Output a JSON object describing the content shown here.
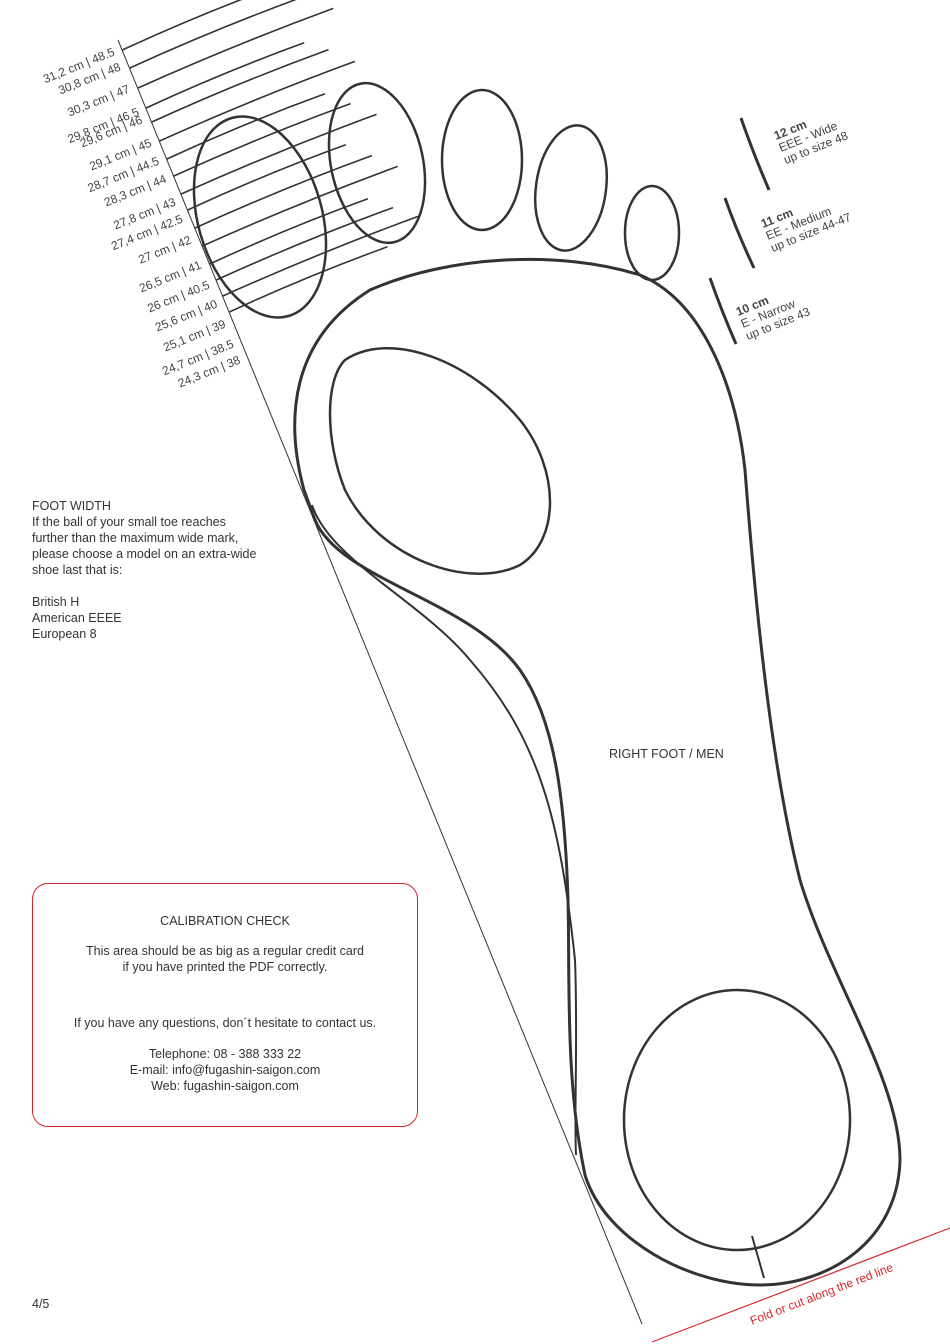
{
  "size_scale": [
    "31,2 cm | 48.5",
    "30,8 cm | 48",
    "30,3 cm | 47",
    "29,8 cm | 46.5",
    "29,6 cm | 46",
    "29,1 cm | 45",
    "28,7 cm | 44.5",
    "28,3 cm | 44",
    "27,8 cm | 43",
    "27,4 cm | 42.5",
    "27 cm | 42",
    "26,5 cm | 41",
    "26 cm | 40.5",
    "25,6 cm | 40",
    "25,1 cm | 39",
    "24,7 cm | 38.5",
    "24,3 cm | 38"
  ],
  "widths": [
    {
      "size": "12 cm",
      "name": "EEE - Wide",
      "range": "up to size 48"
    },
    {
      "size": "11 cm",
      "name": "EE - Medium",
      "range": "up to size  44-47"
    },
    {
      "size": "10 cm",
      "name": "E - Narrow",
      "range": "up to size 43"
    }
  ],
  "foot_width": {
    "title": "FOOT WIDTH",
    "lines": [
      "If the ball of your small toe reaches",
      "further than the maximum wide mark,",
      "please choose a model on an extra-wide",
      "shoe last that is:"
    ],
    "lasts": [
      "British H",
      "American EEEE",
      "European 8"
    ]
  },
  "foot_label": "RIGHT FOOT / MEN",
  "calibration": {
    "title": "CALIBRATION CHECK",
    "line1": "This area should be as big as a regular credit card",
    "line2": "if you have printed the PDF correctly.",
    "questions": "If you have any questions, don´t hesitate to contact us.",
    "telephone": "Telephone:  08 - 388 333 22",
    "email": "E-mail: info@fugashin-saigon.com",
    "web": "Web: fugashin-saigon.com"
  },
  "fold_text": "Fold or cut along the red line",
  "page_number": "4/5",
  "colors": {
    "accent_red": "#d9262e",
    "ink": "#333333"
  }
}
